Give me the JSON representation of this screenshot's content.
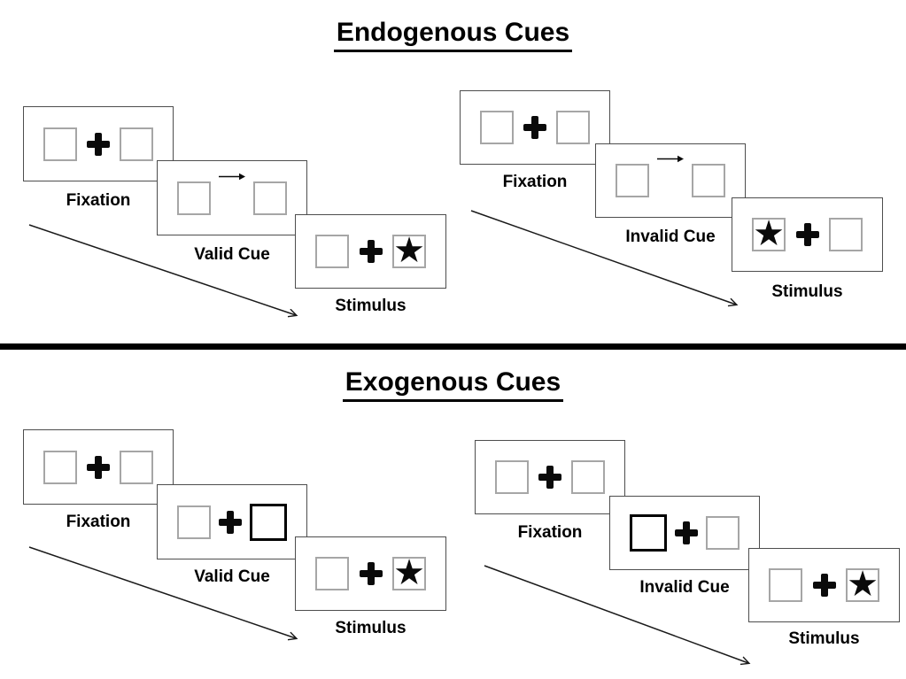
{
  "glyphs": {
    "star": "★"
  },
  "colors": {
    "background": "#ffffff",
    "panel_border": "#4d4d4d",
    "square_border": "#a6a6a6",
    "ink": "#000000"
  },
  "sections": [
    {
      "title": "Endogenous Cues",
      "sequences": [
        {
          "name": "endogenous-valid",
          "cue_style": "central-arrow",
          "cue_direction": "right",
          "stimulus_side": "right",
          "labels": {
            "fixation": "Fixation",
            "cue": "Valid Cue",
            "stimulus": "Stimulus"
          }
        },
        {
          "name": "endogenous-invalid",
          "cue_style": "central-arrow",
          "cue_direction": "right",
          "stimulus_side": "left",
          "labels": {
            "fixation": "Fixation",
            "cue": "Invalid Cue",
            "stimulus": "Stimulus"
          }
        }
      ]
    },
    {
      "title": "Exogenous Cues",
      "sequences": [
        {
          "name": "exogenous-valid",
          "cue_style": "peripheral-box-highlight",
          "cue_side": "right",
          "stimulus_side": "right",
          "labels": {
            "fixation": "Fixation",
            "cue": "Valid Cue",
            "stimulus": "Stimulus"
          }
        },
        {
          "name": "exogenous-invalid",
          "cue_style": "peripheral-box-highlight",
          "cue_side": "left",
          "stimulus_side": "right",
          "labels": {
            "fixation": "Fixation",
            "cue": "Invalid Cue",
            "stimulus": "Stimulus"
          }
        }
      ]
    }
  ]
}
